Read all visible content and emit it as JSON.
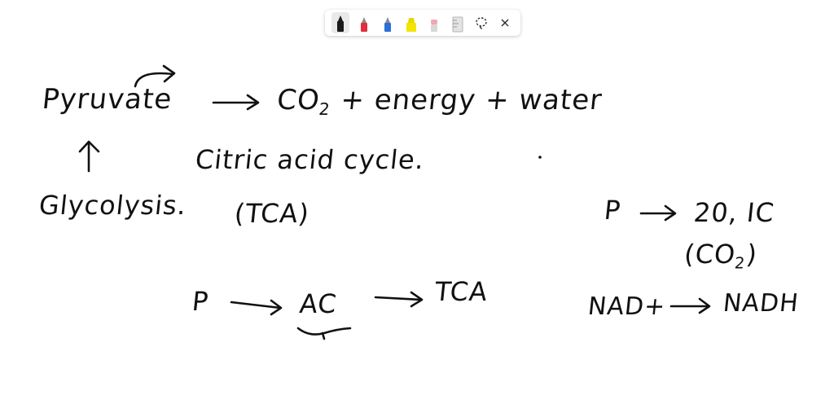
{
  "toolbar": {
    "tools": [
      {
        "name": "black-pen",
        "color": "#1a1a1a"
      },
      {
        "name": "red-pen",
        "color": "#e0303a"
      },
      {
        "name": "blue-pen",
        "color": "#2a6fd6"
      },
      {
        "name": "yellow-highlighter",
        "color": "#f2e600"
      },
      {
        "name": "pink-eraser",
        "color": "#f2a6b0"
      },
      {
        "name": "ruler",
        "color": "#cfcfcf"
      }
    ],
    "lasso_icon": "lasso-select-icon",
    "close_icon": "close-icon"
  },
  "notes": {
    "pyruvate": "Pyruvate",
    "products_line": "CO",
    "products_sub": "2",
    "products_rest": "+ energy + water",
    "citric": "Citric acid cycle.",
    "glycolysis": "Glycolysis.",
    "tca_paren": "(TCA)",
    "p_left": "P",
    "ac": "AC",
    "tca": "TCA",
    "p_right": "P",
    "twenty_ic": "20, IC",
    "co2_paren_open": "(CO",
    "co2_paren_sub": "2",
    "co2_paren_close": ")",
    "nad": "NAD+",
    "nadh": "NADH"
  }
}
